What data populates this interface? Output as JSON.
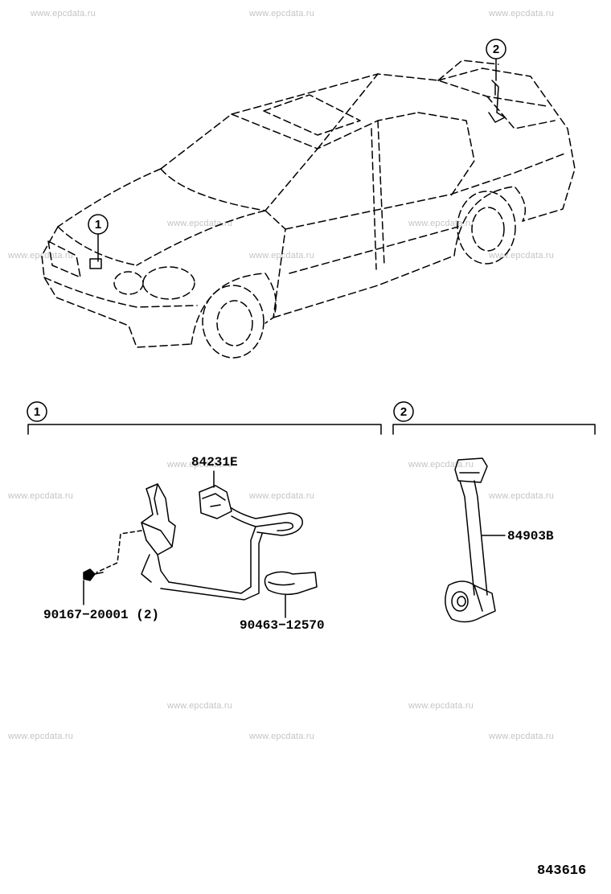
{
  "watermark": "www.epcdata.ru",
  "callouts": [
    "1",
    "2"
  ],
  "parts": {
    "harness_84231e": "84231E",
    "bolt_90167": "90167−20001 (2)",
    "clamp_90463": "90463−12570",
    "harness_84903b": "84903B"
  },
  "figure_number": "843616",
  "icons": {
    "callout": "circled-number-icon",
    "bolt": "bolt-icon",
    "clamp": "clamp-icon",
    "connector": "connector-icon"
  }
}
